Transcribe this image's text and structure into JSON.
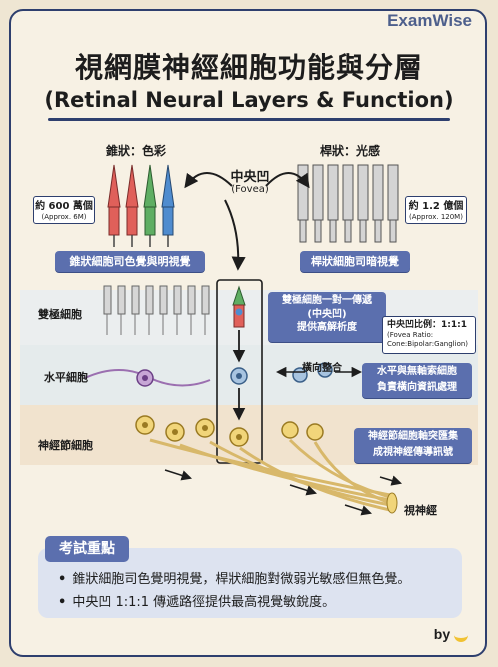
{
  "brand": "ExamWise",
  "title": {
    "zh": "視網膜神經細胞功能與分層",
    "en": "(Retinal Neural Layers & Function)"
  },
  "top": {
    "cones_label": "錐狀：色彩",
    "rods_label": "桿狀：光感",
    "fovea_label": "中央凹",
    "fovea_en": "(Fovea)",
    "cone_count_main": "約 600 萬個",
    "cone_count_sub": "(Approx. 6M)",
    "rod_count_main": "約 1.2 億個",
    "rod_count_sub": "(Approx. 120M)",
    "cone_caption": "錐狀細胞司色覺與明視覺",
    "rod_caption": "桿狀細胞司暗視覺"
  },
  "layers": {
    "bipolar": "雙極細胞",
    "horizontal": "水平細胞",
    "ganglion": "神經節細胞"
  },
  "callouts": {
    "one_to_one": [
      "雙極細胞一對一傳遞",
      "(中央凹)",
      "提供高解析度"
    ],
    "ratio_main": "中央凹比例：1:1:1",
    "ratio_sub1": "(Fovea Ratio:",
    "ratio_sub2": "Cone:Bipolar:Ganglion)",
    "lateral_label": "橫向整合",
    "horizontal_cells": [
      "水平與無軸索細胞",
      "負責橫向資訊處理"
    ],
    "ganglion_axons": [
      "神經節細胞軸突匯集",
      "成視神經傳導訊號"
    ],
    "optic_nerve": "視神經"
  },
  "exam": {
    "tag": "考試重點",
    "items": [
      "錐狀細胞司色覺明視覺，桿狀細胞對微弱光敏感但無色覺。",
      "中央凹 1:1:1 傳遞路徑提供最高視覺敏銳度。"
    ]
  },
  "byline": "by",
  "colors": {
    "accent": "#5b6fae",
    "frame": "#2e3f6e",
    "cone_red": "#e0605a",
    "cone_green": "#5fae63",
    "cone_blue": "#4f8ccf",
    "ganglion_yellow": "#f1d57a",
    "horizontal_purple": "#9b6fb0"
  }
}
